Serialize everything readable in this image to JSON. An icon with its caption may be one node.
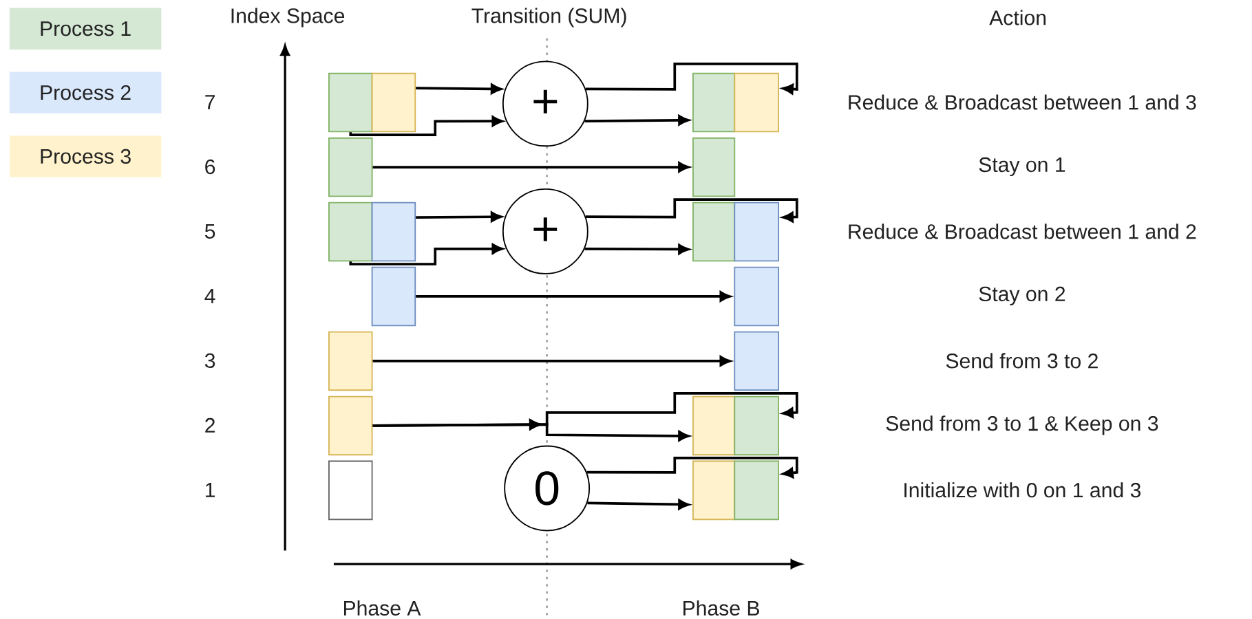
{
  "diagram": {
    "nodes": [
      {
        "text": [],
        "shape": "box"
      },
      {
        "text": [],
        "shape": "box"
      },
      {
        "text": [],
        "shape": "box"
      },
      {
        "text": [],
        "shape": "box"
      },
      {
        "text": [],
        "shape": "box"
      },
      {
        "text": [],
        "shape": "box"
      },
      {
        "text": [],
        "shape": "box"
      },
      {
        "text": [],
        "shape": "box"
      },
      {
        "text": [],
        "shape": "box"
      },
      {
        "text": [
          "+"
        ]
      },
      {
        "text": [
          "+"
        ]
      },
      {
        "text": [
          "0"
        ]
      },
      {
        "text": [],
        "shape": "box"
      },
      {
        "text": [],
        "shape": "box"
      },
      {
        "text": [],
        "shape": "box"
      },
      {
        "text": [],
        "shape": "box"
      },
      {
        "text": [],
        "shape": "box"
      },
      {
        "text": [],
        "shape": "box"
      },
      {
        "text": [],
        "shape": "box"
      },
      {
        "text": [],
        "shape": "box"
      },
      {
        "text": [],
        "shape": "box"
      },
      {
        "text": [],
        "shape": "box"
      },
      {
        "text": [],
        "shape": "box"
      }
    ],
    "edges": [
      {
        "from": 1,
        "to": 9,
        "arrow": "to"
      },
      {
        "from": 0,
        "to": 9,
        "arrow": "to"
      },
      {
        "from": 9,
        "to": 13,
        "arrow": "to"
      },
      {
        "from": 9,
        "to": 12,
        "arrow": "to"
      },
      {
        "from": 2,
        "to": 14,
        "arrow": "to"
      },
      {
        "from": 4,
        "to": 10,
        "arrow": "to"
      },
      {
        "from": 3,
        "to": 10,
        "arrow": "to"
      },
      {
        "from": 10,
        "to": 16,
        "arrow": "to"
      },
      {
        "from": 10,
        "to": 15,
        "arrow": "to"
      },
      {
        "from": 5,
        "to": 17,
        "arrow": "to"
      },
      {
        "from": 6,
        "to": 18,
        "arrow": "to"
      },
      {
        "from": 7,
        "to": 20,
        "arrow": "to"
      },
      {
        "from": 7,
        "to": 19,
        "arrow": "to"
      },
      {
        "from": 11,
        "to": 22,
        "arrow": "to"
      },
      {
        "from": 11,
        "to": 21,
        "arrow": "to"
      }
    ],
    "labels": [
      "Index Space",
      "Transition (SUM)",
      "Action",
      "7",
      "Reduce & Broadcast between 1 and 3",
      "6",
      "Stay on 1",
      "5",
      "Reduce & Broadcast between 1 and 2",
      "4",
      "Stay on 2",
      "3",
      "Send from 3 to 2",
      "2",
      "Send from 3 to 1 & Keep on 3",
      "1",
      "Initialize with 0 on 1 and 3",
      "Phase A",
      "Phase B"
    ],
    "legend": [
      {
        "text": "Process 1",
        "color": "#d5e8d4"
      },
      {
        "text": "Process 2",
        "color": "#dae8fc"
      },
      {
        "text": "Process 3",
        "color": "#fff2cc"
      }
    ]
  }
}
